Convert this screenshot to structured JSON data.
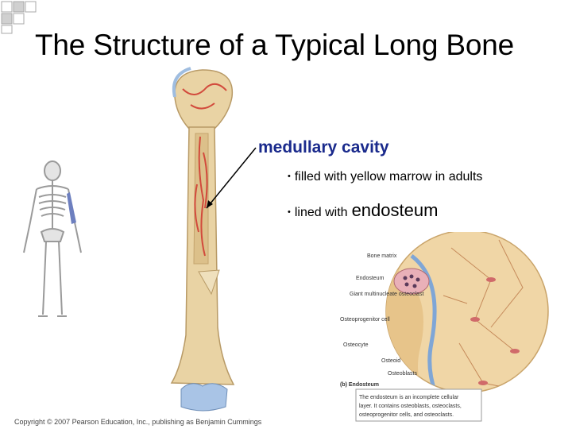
{
  "slide": {
    "title": "The Structure of a Typical Long Bone",
    "heading": "medullary cavity",
    "bullets": [
      {
        "prefix": "filled with yellow marrow in adults",
        "emphasis": ""
      },
      {
        "prefix": "lined with",
        "emphasis": "endosteum"
      }
    ],
    "copyright": "Copyright © 2007 Pearson Education, Inc., publishing as Benjamin Cummings"
  },
  "inset": {
    "labels": [
      "Bone matrix",
      "Endosteum",
      "Giant multinucleate osteoclast",
      "Osteoprogenitor cell",
      "Osteocyte",
      "Osteoid",
      "Osteoblasts"
    ],
    "caption_title": "(b) Endosteum",
    "caption_text": [
      "The endosteum is an incomplete cellular",
      "layer. It contains osteoblasts, osteoclasts,",
      "osteoprogenitor cells, and osteoclasts."
    ]
  },
  "colors": {
    "heading": "#1a2a8c",
    "bone": "#e9d3a4",
    "vessel": "#d24a3c",
    "cartilage": "#a9c4e6"
  }
}
